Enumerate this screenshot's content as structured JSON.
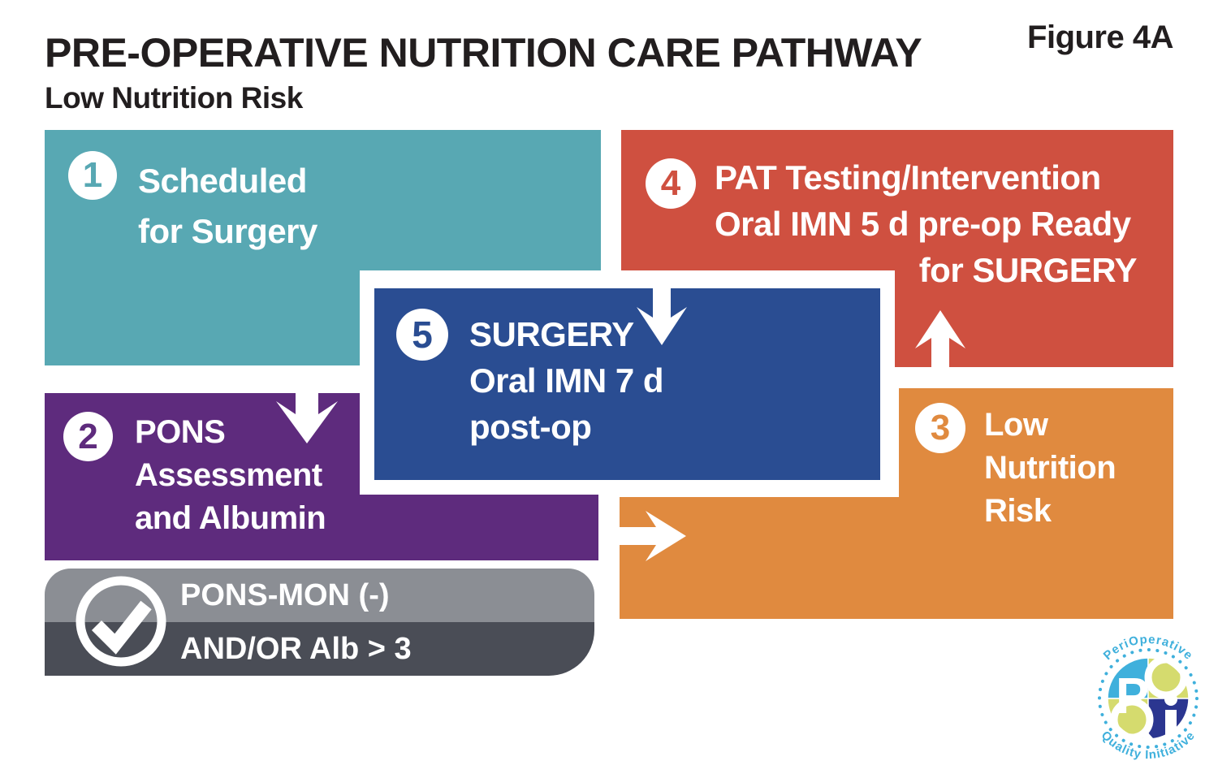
{
  "header": {
    "title": "PRE-OPERATIVE NUTRITION CARE PATHWAY",
    "subtitle": "Low Nutrition Risk",
    "figure_label": "Figure 4A"
  },
  "steps": {
    "scheduled": {
      "number": "1",
      "line1": "Scheduled",
      "line2": "for Surgery"
    },
    "pons": {
      "number": "2",
      "line1": "PONS",
      "line2": "Assessment",
      "line3": "and Albumin"
    },
    "low_risk": {
      "number": "3",
      "line1": "Low",
      "line2": "Nutrition",
      "line3": "Risk"
    },
    "pat": {
      "number": "4",
      "line1": "PAT Testing/Intervention",
      "line2": "Oral IMN 5 d pre-op Ready",
      "line3": "for SURGERY"
    },
    "surgery": {
      "number": "5",
      "line1": "SURGERY",
      "line2": "Oral IMN 7 d",
      "line3": "post-op"
    }
  },
  "criteria": {
    "line1": "PONS-MON (-)",
    "line2": "AND/OR Alb > 3"
  },
  "logo": {
    "monogram": "POQI",
    "arc_top": "PeriOperative",
    "arc_bottom": "Quality Initiative",
    "letter_p": "P",
    "letter_i": "i"
  },
  "colors": {
    "teal": "#58a8b3",
    "red": "#cf5040",
    "blue": "#2a4d92",
    "purple": "#5e2b7d",
    "orange": "#e08a3f",
    "gray_light": "#8b8e94",
    "gray_dark": "#4a4d56",
    "text_black": "#221e1f",
    "logo_blue": "#3fb0dc",
    "logo_green": "#d5db6e",
    "logo_navy": "#2b3690"
  }
}
